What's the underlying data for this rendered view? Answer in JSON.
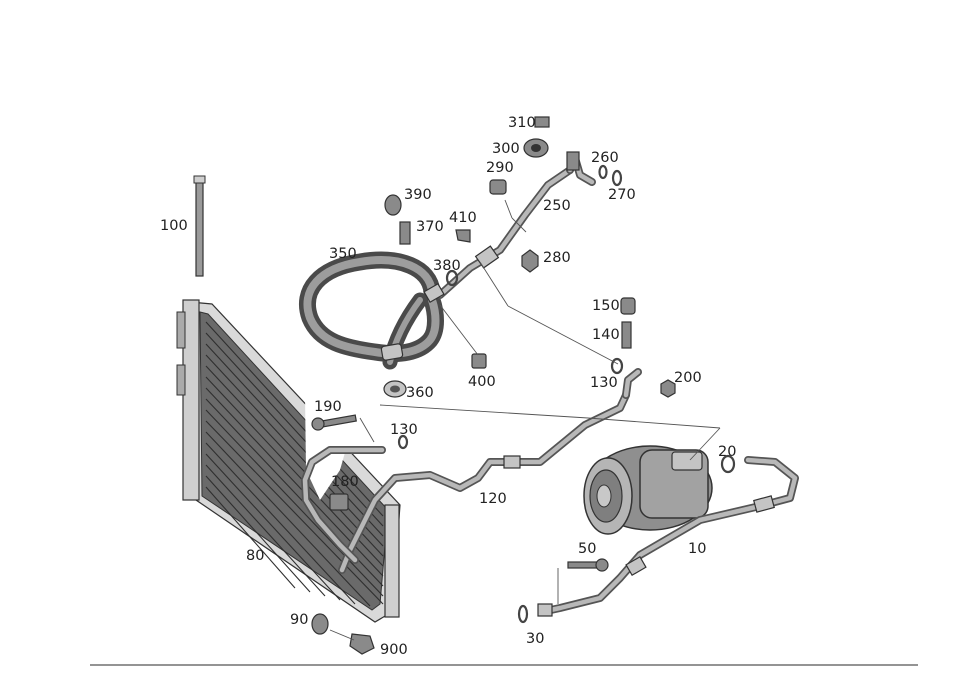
{
  "labels": {
    "p10": "10",
    "p20": "20",
    "p30": "30",
    "p50": "50",
    "p80": "80",
    "p90": "90",
    "p100": "100",
    "p120": "120",
    "p130a": "130",
    "p130b": "130",
    "p140": "140",
    "p150": "150",
    "p180": "180",
    "p190": "190",
    "p200": "200",
    "p250": "250",
    "p260": "260",
    "p270": "270",
    "p280": "280",
    "p290": "290",
    "p300": "300",
    "p310": "310",
    "p350": "350",
    "p360": "360",
    "p370": "370",
    "p380": "380",
    "p390": "390",
    "p400": "400",
    "p410": "410",
    "p900": "900"
  }
}
